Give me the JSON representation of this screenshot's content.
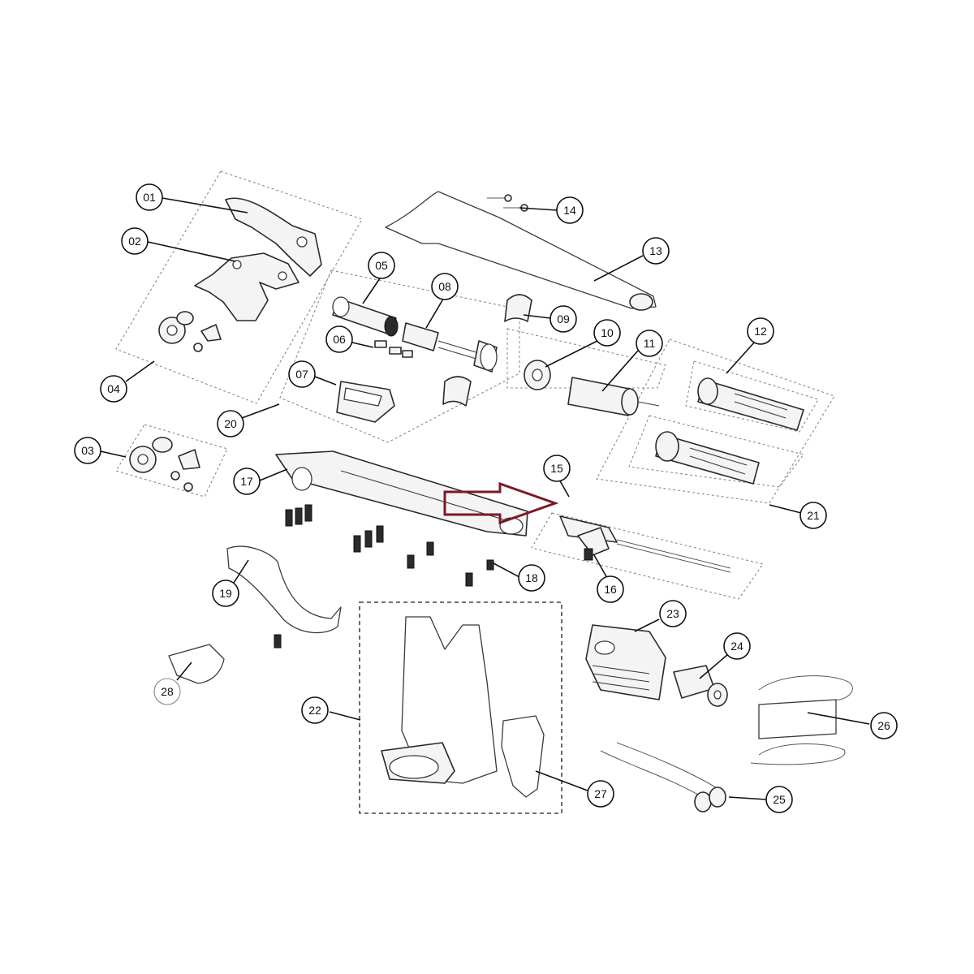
{
  "diagram": {
    "callouts": {
      "c01": "01",
      "c02": "02",
      "c03": "03",
      "c04": "04",
      "c05": "05",
      "c06": "06",
      "c07": "07",
      "c08": "08",
      "c09": "09",
      "c10": "10",
      "c11": "11",
      "c12": "12",
      "c13": "13",
      "c14": "14",
      "c15": "15",
      "c16": "16",
      "c17": "17",
      "c18": "18",
      "c19": "19",
      "c20": "20",
      "c21": "21",
      "c22": "22",
      "c23": "23",
      "c24": "24",
      "c25": "25",
      "c26": "26",
      "c27": "27",
      "c28": "28"
    },
    "colors": {
      "highlight_arrow": "#7a1a24",
      "line": "#111111",
      "background": "#ffffff"
    }
  }
}
